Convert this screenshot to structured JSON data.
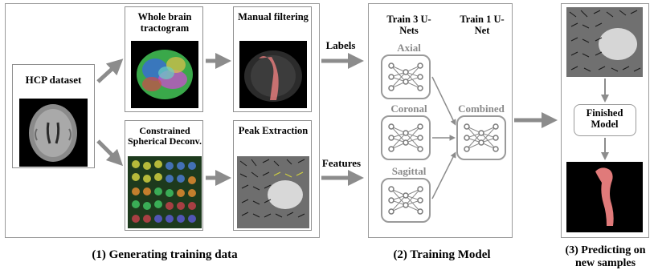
{
  "section1": {
    "caption": "(1) Generating training data",
    "hcp_label": "HCP dataset",
    "tractogram_label": "Whole brain tractogram",
    "manual_label": "Manual filtering",
    "csd_label": "Constrained Spherical Deconv.",
    "peak_label": "Peak Extraction"
  },
  "section2": {
    "caption": "(2) Training Model",
    "labels_arrow": "Labels",
    "features_arrow": "Features",
    "train3": "Train 3 U-Nets",
    "train1": "Train 1 U-Net",
    "axial": "Axial",
    "coronal": "Coronal",
    "sagittal": "Sagittal",
    "combined": "Combined"
  },
  "section3": {
    "caption": "(3) Predicting on new samples",
    "finished": "Finished Model"
  },
  "colors": {
    "arrow": "#8c8c8c",
    "border": "#9a9a9a",
    "tract": "#e07a7a"
  }
}
